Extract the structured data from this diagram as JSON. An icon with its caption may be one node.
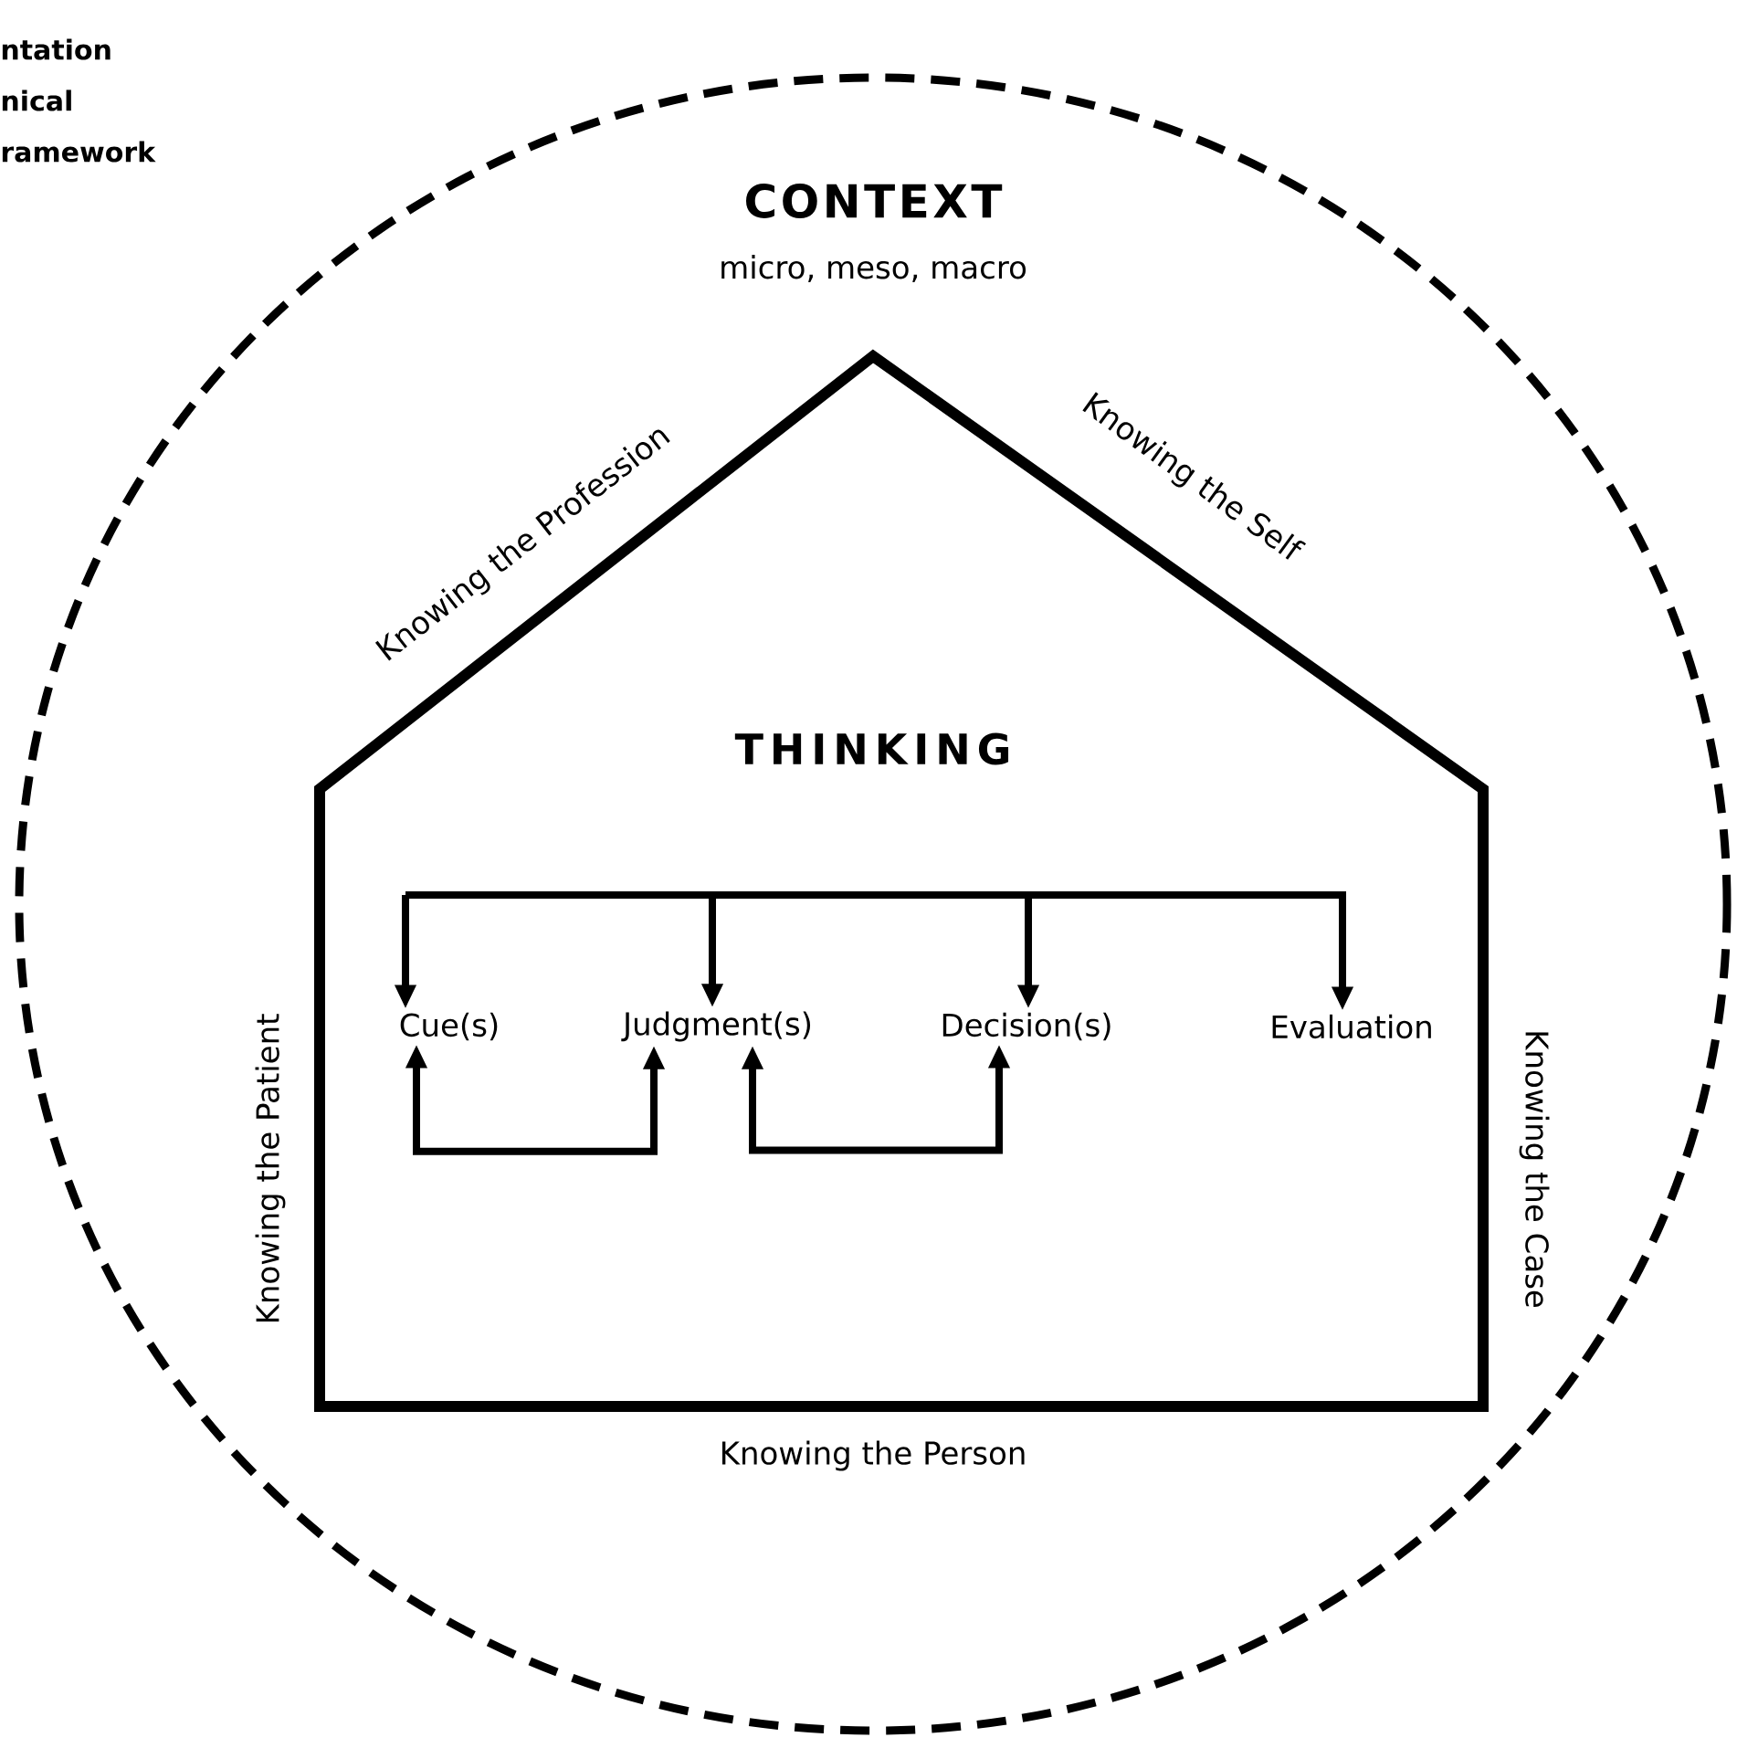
{
  "diagram": {
    "nodes": [
      {
        "text": [
          "CONTEXT",
          "micro, meso, macro"
        ]
      },
      {
        "text": [
          "THINKING"
        ],
        "in": 0,
        "beside": [
          "Knowing the Profession",
          "Knowing the Self",
          "Knowing the Patient",
          "Knowing the Case",
          "Knowing the Person"
        ]
      },
      {
        "text": [
          "Cue(s)"
        ],
        "in": 1
      },
      {
        "text": [
          "Judgment(s)"
        ],
        "in": 1
      },
      {
        "text": [
          "Decision(s)"
        ],
        "in": 1
      },
      {
        "text": [
          "Evaluation"
        ],
        "in": 1
      }
    ],
    "edges": [
      {
        "from": null,
        "to": 2,
        "arrow": "to"
      },
      {
        "from": null,
        "to": 3,
        "arrow": "to"
      },
      {
        "from": null,
        "to": 4,
        "arrow": "to"
      },
      {
        "from": null,
        "to": 5,
        "arrow": "to"
      },
      {
        "from": 2,
        "to": 3,
        "arrow": "both"
      },
      {
        "from": 3,
        "to": 4,
        "arrow": "both"
      }
    ],
    "labels": [
      "ntation",
      "nical",
      "ramework"
    ]
  }
}
